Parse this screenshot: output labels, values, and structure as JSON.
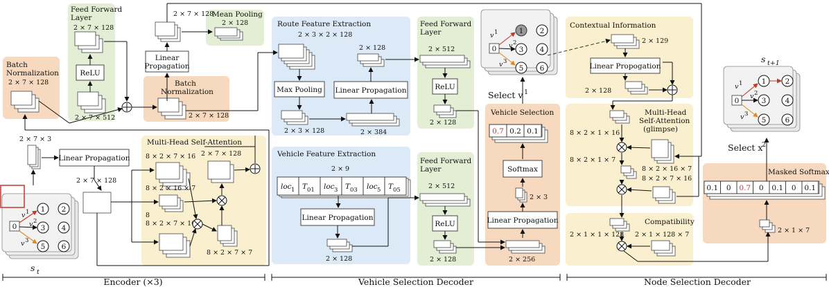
{
  "colors": {
    "orange": "#f6d9bf",
    "green": "#e3eed5",
    "blue": "#dce9f6",
    "yellow": "#faf0cf",
    "grey": "#eeeeee",
    "red": "#c0392b"
  },
  "encoder": {
    "batch_norm_1": "Batch",
    "batch_norm_1b": "Normalization",
    "batch_norm_1_dim": "2 × 7 × 128",
    "ff_title_1": "Feed Forward",
    "ff_title_2": "Layer",
    "ff_dim_top": "2 × 7 × 128",
    "relu": "ReLU",
    "ff_dim_bottom": "2 × 7 × 512",
    "mean_pool": "Mean Pooling",
    "mean_pool_dim_top": "2 × 7 × 128",
    "mean_pool_dim": "2 × 128",
    "lin_prop_1": "Linear",
    "lin_prop_2": "Propagation",
    "batch_norm_2": "Batch",
    "batch_norm_2b": "Normalization",
    "batch_norm_2_dim": "2 × 7 × 128",
    "input_dim": "2 × 7 × 3",
    "lin_prop_enc": "Linear Propagation",
    "enc_dim": "2 × 7 × 128",
    "mhsa_title": "Multi-Head Self-Attention",
    "mhsa_d1": "8 × 2 × 7 × 16",
    "mhsa_d2": "2 × 7 × 128",
    "mhsa_d3": "8 × 2 × 16 × 7",
    "mhsa_d4": "8",
    "mhsa_d5": "8 × 2 × 7 × 16",
    "mhsa_d6": "8 × 2 × 7 × 7",
    "state_label": "s",
    "state_sub": "t",
    "footer": "Encoder (×3)"
  },
  "vehicle_decoder": {
    "route_title": "Route Feature Extraction",
    "route_dim_in": "2 × 3 × 2 × 128",
    "max_pool": "Max Pooling",
    "route_dim_mp": "2 × 3 × 128",
    "lin_prop_route": "Linear Propagation",
    "route_dim_lp_top": "2 × 128",
    "route_dim_lp_bot": "2 × 384",
    "ff1_title_1": "Feed Forward",
    "ff1_title_2": "Layer",
    "ff1_dim_top": "2 × 512",
    "ff1_relu": "ReLU",
    "ff1_dim_bot": "2 × 128",
    "veh_title": "Vehicle Feature Extraction",
    "veh_dim_in": "2 × 9",
    "veh_cells": [
      "loc",
      "T",
      "loc",
      "T",
      "loc",
      "T"
    ],
    "veh_subs": [
      "1",
      "01",
      "3",
      "03",
      "5",
      "05"
    ],
    "lin_prop_veh": "Linear Propagation",
    "veh_dim_out": "2 × 128",
    "ff2_title_1": "Feed Forward",
    "ff2_title_2": "Layer",
    "ff2_dim_top": "2 × 512",
    "ff2_relu": "ReLU",
    "ff2_dim_bot": "2 × 128",
    "vs_title": "Vehicle Selection",
    "vs_probs": [
      "0.7",
      "0.2",
      "0.1"
    ],
    "vs_softmax": "Softmax",
    "vs_dim": "2 × 3",
    "vs_lin": "Linear Propagation",
    "vs_dim_bot": "2 × 256",
    "select_label": "Select v",
    "select_sup": "1",
    "footer": "Vehicle Selection Decoder"
  },
  "node_decoder": {
    "ctx_title": "Contextual Information",
    "ctx_dim": "2 × 129",
    "ctx_lin": "Linear Propogation",
    "ctx_dim_bot": "2 × 128",
    "mha_title_1": "Multi-Head",
    "mha_title_2": "Self-Attention",
    "mha_title_3": "(glimpse)",
    "mha_d1": "8 × 2 × 1 × 16",
    "mha_d2": "8 × 2 × 1 × 7",
    "mha_d3": "8 × 2 × 16 × 7",
    "mha_d4": "8 × 2 × 7 × 16",
    "compat_title": "Compatibility",
    "compat_d1": "2 × 1 × 1 × 128",
    "compat_d2": "2 × 1 × 128 × 7",
    "compat_d3": "2 × 1 × 7",
    "masked_title": "Masked Softmax",
    "masked_probs": [
      "0.1",
      "0",
      "0.7",
      "0",
      "0.1",
      "0",
      "0.1"
    ],
    "select_label": "Select x",
    "select_sup": "2",
    "next_state": "s",
    "next_sub": "t+1",
    "footer": "Node Selection Decoder"
  },
  "graph": {
    "depot": "0",
    "nodes": [
      "1",
      "2",
      "3",
      "4",
      "5",
      "6"
    ],
    "vehicles": [
      "v",
      "v",
      "v"
    ],
    "vehicle_sups": [
      "1",
      "2",
      "3"
    ]
  }
}
